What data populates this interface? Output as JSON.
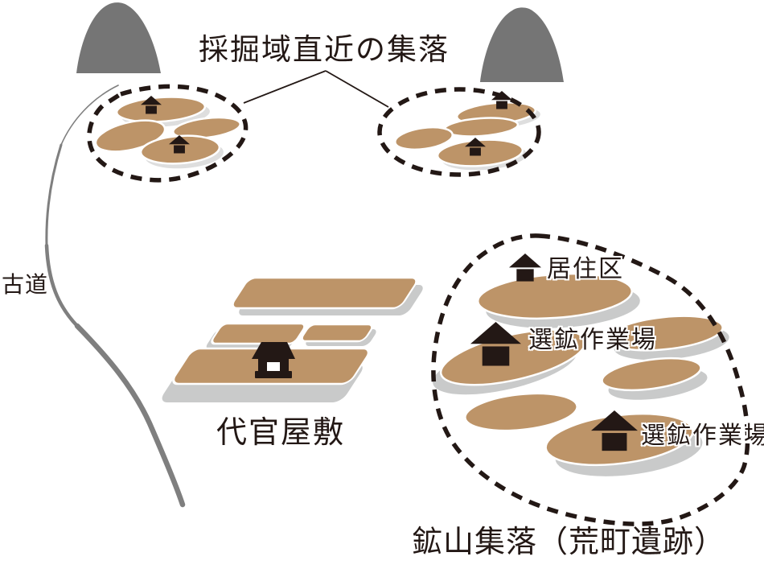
{
  "title": "採掘域直近の集落",
  "labels": {
    "old_road": "古道",
    "magistrate_residence": "代官屋敷",
    "residential_area": "居住区",
    "ore_dressing_workshop_upper": "選鉱作業場",
    "ore_dressing_workshop_lower": "選鉱作業場",
    "mining_settlement": "鉱山集落（荒町遺跡）"
  },
  "icons": {
    "house": "house-icon",
    "magistrate_house": "magistrate-house-icon",
    "mountain": "mountain-icon"
  },
  "colors": {
    "background": "#ffffff",
    "ink": "#231815",
    "terrace": "#bd9468",
    "shadow": "#c9caca",
    "mountain": "#757575",
    "road": "#7f7f7f"
  }
}
